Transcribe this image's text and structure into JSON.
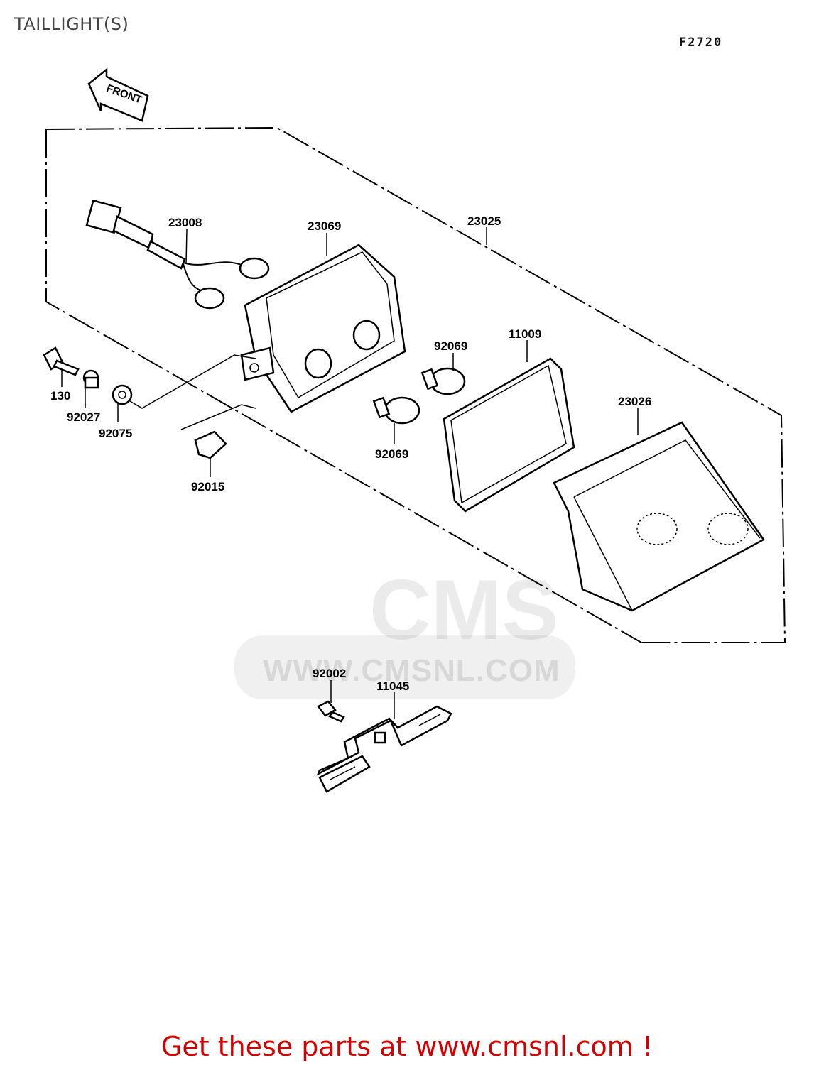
{
  "title": "TAILLIGHT(S)",
  "figure_code": "F2720",
  "front_arrow_label": "FRONT",
  "parts": [
    {
      "id": "p23008",
      "number": "23008"
    },
    {
      "id": "p23069",
      "number": "23069"
    },
    {
      "id": "p23025",
      "number": "23025"
    },
    {
      "id": "p92069a",
      "number": "92069"
    },
    {
      "id": "p11009",
      "number": "11009"
    },
    {
      "id": "p92069b",
      "number": "92069"
    },
    {
      "id": "p23026",
      "number": "23026"
    },
    {
      "id": "p130",
      "number": "130"
    },
    {
      "id": "p92027",
      "number": "92027"
    },
    {
      "id": "p92075",
      "number": "92075"
    },
    {
      "id": "p92015",
      "number": "92015"
    },
    {
      "id": "p92002",
      "number": "92002"
    },
    {
      "id": "p11045",
      "number": "11045"
    }
  ],
  "watermark": {
    "brand": "CMS",
    "url": "WWW.CMSNL.COM"
  },
  "promo_text": "Get these parts at www.cmsnl.com !",
  "colors": {
    "promo": "#d40000",
    "title": "#444444"
  }
}
